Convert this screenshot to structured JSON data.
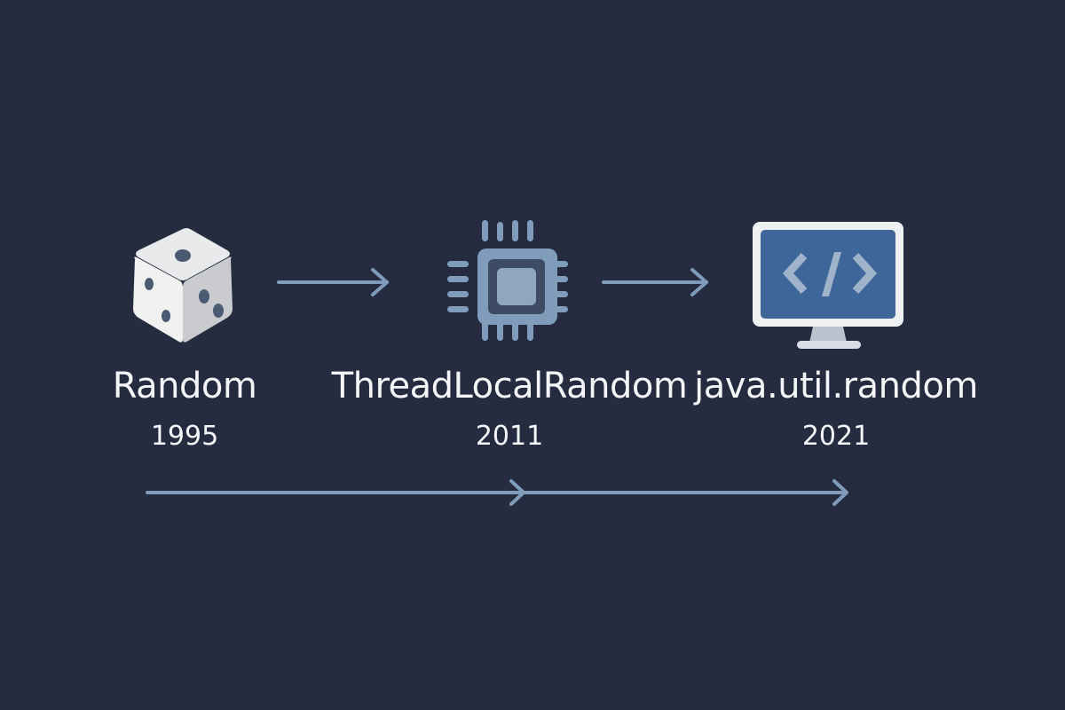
{
  "diagram": {
    "type": "timeline",
    "background_color": "#252c40",
    "accent_color": "#7f9cba",
    "nodes": [
      {
        "label": "Random",
        "year": "1995",
        "icon": "dice-icon"
      },
      {
        "label": "ThreadLocalRandom",
        "year": "2011",
        "icon": "cpu-chip-icon"
      },
      {
        "label": "java.util.random",
        "year": "2021",
        "icon": "monitor-code-icon"
      }
    ],
    "connectors": [
      {
        "from": "Random",
        "to": "ThreadLocalRandom",
        "icon": "arrow-right-icon"
      },
      {
        "from": "ThreadLocalRandom",
        "to": "java.util.random",
        "icon": "arrow-right-icon"
      }
    ],
    "timeline_axis": {
      "segments": 2,
      "direction": "left-to-right"
    },
    "monitor_glyph": "</>"
  }
}
